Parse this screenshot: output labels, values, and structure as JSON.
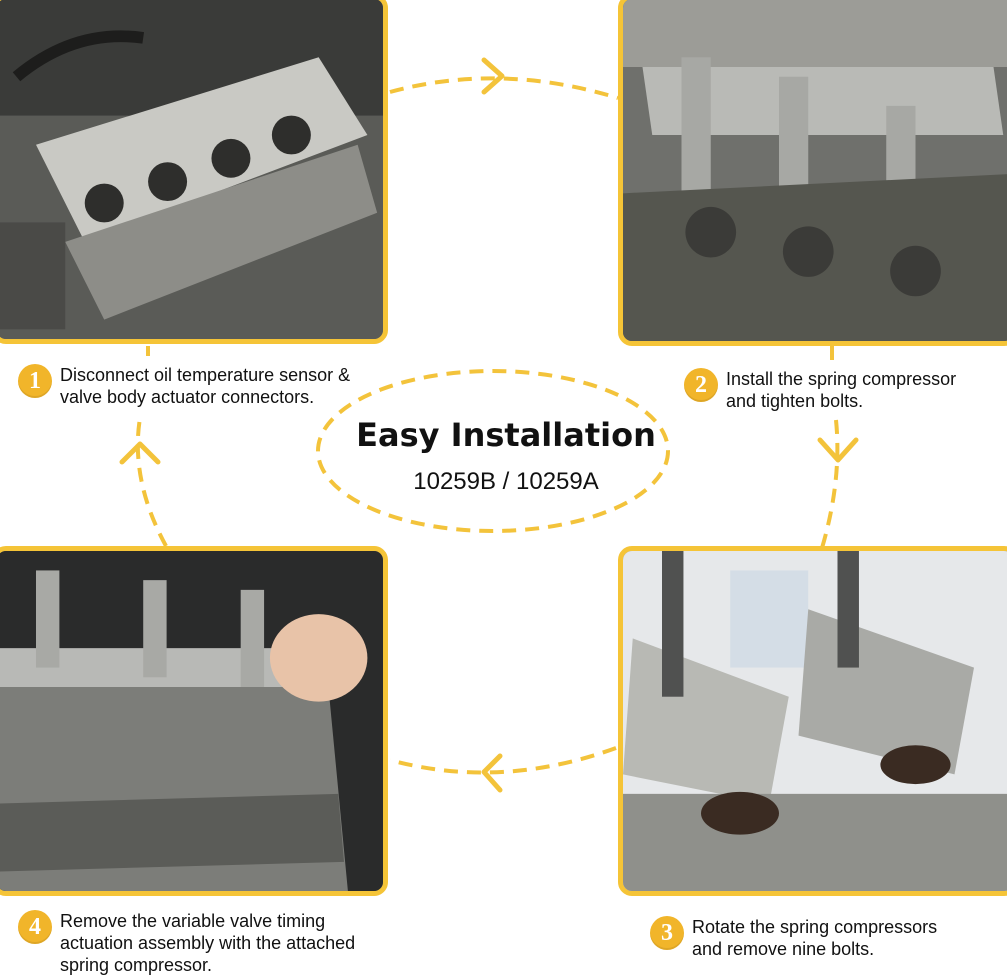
{
  "center": {
    "title": "Easy Installation",
    "subtitle": "10259B / 10259A"
  },
  "steps": [
    {
      "number": "1",
      "text": "Disconnect oil temperature sensor &\nvalve body actuator connectors."
    },
    {
      "number": "2",
      "text": "Install the spring compressor\nand tighten bolts."
    },
    {
      "number": "3",
      "text": "Rotate the spring compressors\nand remove nine bolts."
    },
    {
      "number": "4",
      "text": "Remove the variable valve timing\nactuation assembly with the attached\nspring compressor."
    }
  ],
  "colors": {
    "accent": "#f5c437",
    "badge": "#f1b52a",
    "dash": "#f3c33b"
  }
}
